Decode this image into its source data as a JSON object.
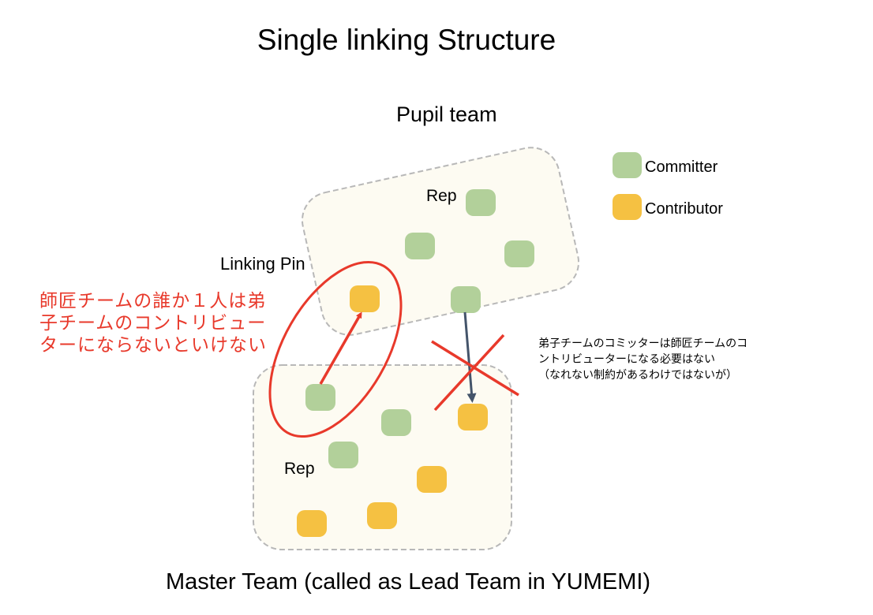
{
  "title": "Single linking Structure",
  "pupil_team": {
    "label": "Pupil team",
    "rep_label": "Rep",
    "members": [
      {
        "role": "committer",
        "rep": true
      },
      {
        "role": "committer"
      },
      {
        "role": "committer"
      },
      {
        "role": "contributor",
        "linking_pin": true
      },
      {
        "role": "committer"
      }
    ]
  },
  "master_team": {
    "label": "Master Team (called as Lead Team in YUMEMI)",
    "rep_label": "Rep",
    "members": [
      {
        "role": "committer",
        "linking_pin": true
      },
      {
        "role": "committer"
      },
      {
        "role": "contributor"
      },
      {
        "role": "committer",
        "rep": true
      },
      {
        "role": "contributor"
      },
      {
        "role": "contributor"
      },
      {
        "role": "contributor"
      }
    ]
  },
  "legend": {
    "committer": {
      "label": "Committer",
      "color": "#b2d09a"
    },
    "contributor": {
      "label": "Contributor",
      "color": "#f5c142"
    }
  },
  "linking_pin_label": "Linking Pin",
  "annotations": {
    "red_note": "師匠チームの誰か１人は弟子チームのコントリビューターにならないといけない",
    "red_note_lines": [
      "師匠チームの誰か１人は弟",
      "子チームのコントリビュー",
      "ターにならないといけない"
    ],
    "black_note_lines": [
      "弟子チームのコミッターは師匠チームのコ",
      "ントリビューターになる必要はない",
      "（なれない制約があるわけではないが）"
    ]
  },
  "colors": {
    "team_fill": "#fdfbf2",
    "team_border": "#b8b8b8",
    "highlight_red": "#e8392b",
    "arrow_dark": "#44546a"
  }
}
